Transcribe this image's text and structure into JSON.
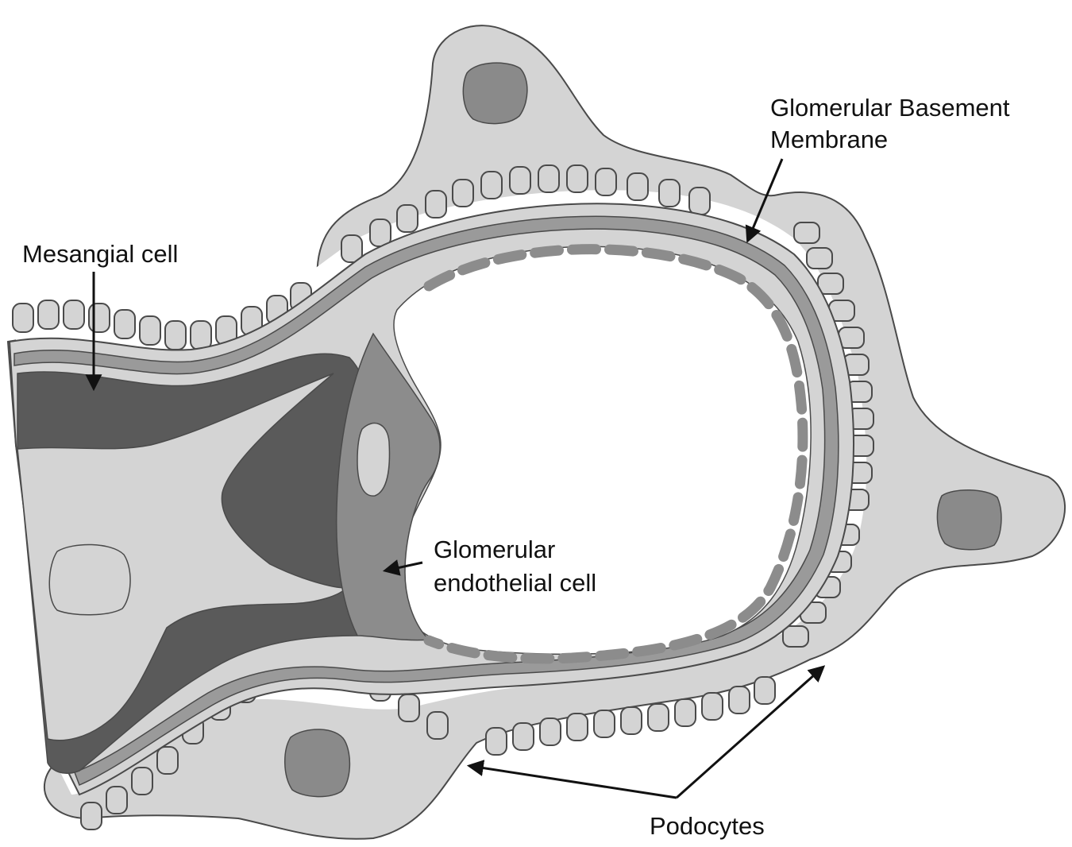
{
  "diagram": {
    "labels": {
      "gbm_line1": "Glomerular Basement",
      "gbm_line2": "Membrane",
      "mesangial": "Mesangial cell",
      "endo_line1": "Glomerular",
      "endo_line2": "endothelial cell",
      "podocytes": "Podocytes"
    },
    "colors": {
      "outline": "#4a4a4a",
      "light_tissue": "#d4d4d4",
      "membrane": "#9a9a9a",
      "mesangial_dark": "#5a5a5a",
      "endothelial": "#8c8c8c",
      "nucleus": "#8a8a8a",
      "lumen": "#ffffff"
    }
  }
}
